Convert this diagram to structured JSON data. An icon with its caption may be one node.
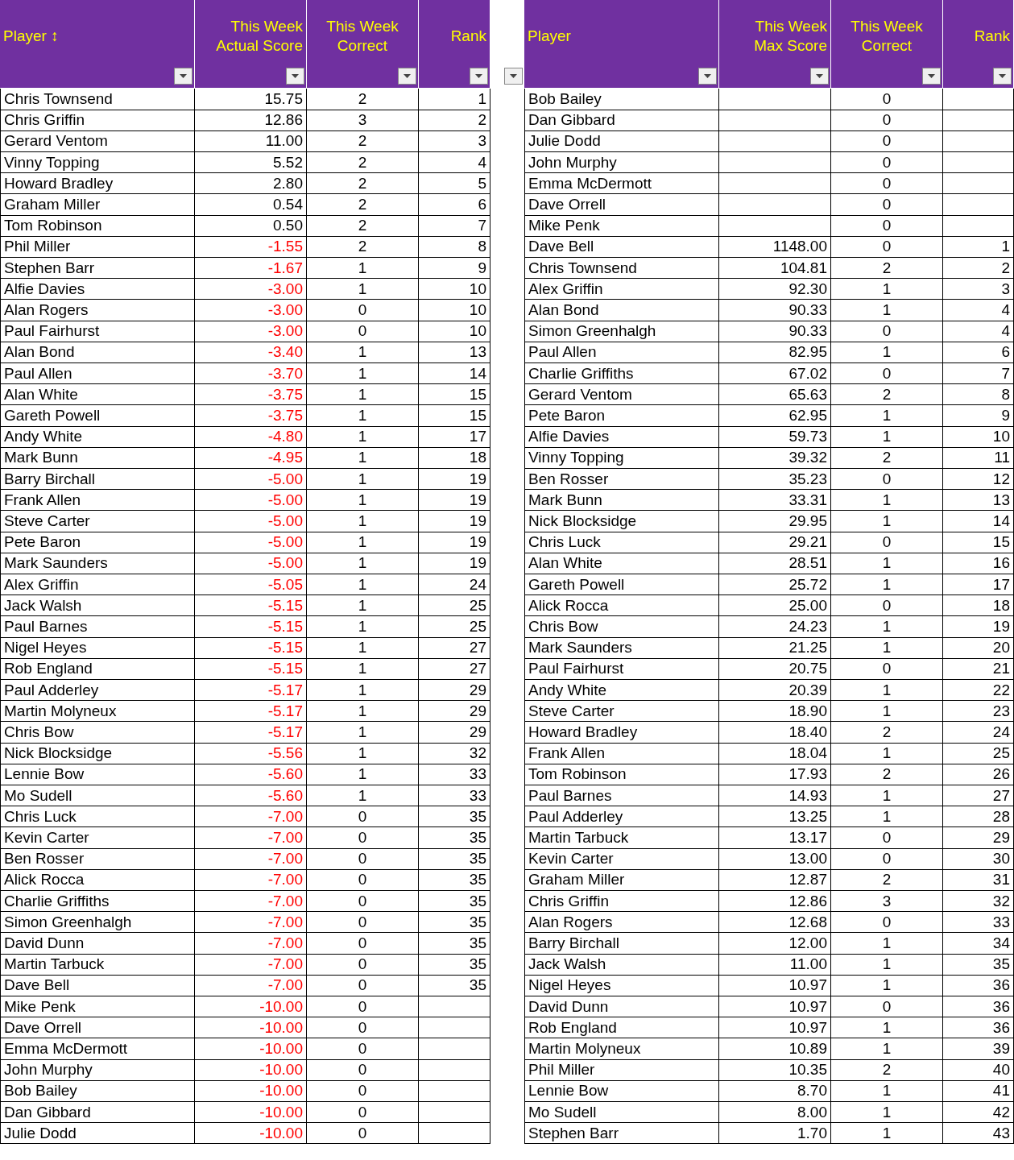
{
  "diagram": {
    "labels": [
      "Player ↕",
      "This Week Actual Score",
      "This Week Correct",
      "Rank",
      "Chris Townsend",
      "15.75",
      "2",
      "1",
      "Chris Griffin",
      "12.86",
      "3",
      "2",
      "Gerard Ventom",
      "11.00",
      "2",
      "3",
      "Vinny Topping",
      "5.52",
      "2",
      "4",
      "Howard Bradley",
      "2.80",
      "2",
      "5",
      "Graham Miller",
      "0.54",
      "2",
      "6",
      "Tom Robinson",
      "0.50",
      "2",
      "7",
      "Phil Miller",
      "-1.55",
      "2",
      "8",
      "Stephen Barr",
      "-1.67",
      "1",
      "9",
      "Alfie Davies",
      "-3.00",
      "1",
      "10",
      "Alan Rogers",
      "-3.00",
      "0",
      "10",
      "Paul Fairhurst",
      "-3.00",
      "0",
      "10",
      "Alan Bond",
      "-3.40",
      "1",
      "13",
      "Paul Allen",
      "-3.70",
      "1",
      "14",
      "Alan White",
      "-3.75",
      "1",
      "15",
      "Gareth Powell",
      "-3.75",
      "1",
      "15",
      "Andy White",
      "-4.80",
      "1",
      "17",
      "Mark Bunn",
      "-4.95",
      "1",
      "18",
      "Barry Birchall",
      "-5.00",
      "1",
      "19",
      "Frank Allen",
      "-5.00",
      "1",
      "19",
      "Steve Carter",
      "-5.00",
      "1",
      "19",
      "Pete Baron",
      "-5.00",
      "1",
      "19",
      "Mark Saunders",
      "-5.00",
      "1",
      "19",
      "Alex Griffin",
      "-5.05",
      "1",
      "24",
      "Jack Walsh",
      "-5.15",
      "1",
      "25",
      "Paul Barnes",
      "-5.15",
      "1",
      "25",
      "Nigel Heyes",
      "-5.15",
      "1",
      "27",
      "Rob England",
      "-5.15",
      "1",
      "27",
      "Paul Adderley",
      "-5.17",
      "1",
      "29",
      "Martin Molyneux",
      "-5.17",
      "1",
      "29",
      "Chris Bow",
      "-5.17",
      "1",
      "29",
      "Nick Blocksidge",
      "-5.56",
      "1",
      "32",
      "Lennie Bow",
      "-5.60",
      "1",
      "33",
      "Mo Sudell",
      "-5.60",
      "1",
      "33",
      "Chris Luck",
      "-7.00",
      "0",
      "35",
      "Kevin Carter",
      "-7.00",
      "0",
      "35",
      "Ben Rosser",
      "-7.00",
      "0",
      "35",
      "Alick Rocca",
      "-7.00",
      "0",
      "35",
      "Charlie Griffiths",
      "-7.00",
      "0",
      "35",
      "Simon Greenhalgh",
      "-7.00",
      "0",
      "35",
      "David Dunn",
      "-7.00",
      "0",
      "35",
      "Martin Tarbuck",
      "-7.00",
      "0",
      "35",
      "Dave Bell",
      "-7.00",
      "0",
      "35",
      "Mike Penk",
      "-10.00",
      "0",
      "Dave Orrell",
      "-10.00",
      "0",
      "Emma McDermott",
      "-10.00",
      "0",
      "John Murphy",
      "-10.00",
      "0",
      "Bob Bailey",
      "-10.00",
      "0",
      "Dan Gibbard",
      "-10.00",
      "0",
      "Julie Dodd",
      "-10.00",
      "0",
      "Player",
      "This Week Max Score",
      "This Week Correct",
      "Rank",
      "Bob Bailey",
      "0",
      "Dan Gibbard",
      "0",
      "Julie Dodd",
      "0",
      "John Murphy",
      "0",
      "Emma McDermott",
      "0",
      "Dave Orrell",
      "0",
      "Mike Penk",
      "0",
      "Dave Bell",
      "1148.00",
      "0",
      "1",
      "Chris Townsend",
      "104.81",
      "2",
      "2",
      "Alex Griffin",
      "92.30",
      "1",
      "3",
      "Alan Bond",
      "90.33",
      "1",
      "4",
      "Simon Greenhalgh",
      "90.33",
      "0",
      "4",
      "Paul Allen",
      "82.95",
      "1",
      "6",
      "Charlie Griffiths",
      "67.02",
      "0",
      "7",
      "Gerard Ventom",
      "65.63",
      "2",
      "8",
      "Pete Baron",
      "62.95",
      "1",
      "9",
      "Alfie Davies",
      "59.73",
      "1",
      "10",
      "Vinny Topping",
      "39.32",
      "2",
      "11",
      "Ben Rosser",
      "35.23",
      "0",
      "12",
      "Mark Bunn",
      "33.31",
      "1",
      "13",
      "Nick Blocksidge",
      "29.95",
      "1",
      "14",
      "Chris Luck",
      "29.21",
      "0",
      "15",
      "Alan White",
      "28.51",
      "1",
      "16",
      "Gareth Powell",
      "25.72",
      "1",
      "17",
      "Alick Rocca",
      "25.00",
      "0",
      "18",
      "Chris Bow",
      "24.23",
      "1",
      "19",
      "Mark Saunders",
      "21.25",
      "1",
      "20",
      "Paul Fairhurst",
      "20.75",
      "0",
      "21",
      "Andy White",
      "20.39",
      "1",
      "22",
      "Steve Carter",
      "18.90",
      "1",
      "23",
      "Howard Bradley",
      "18.40",
      "2",
      "24",
      "Frank Allen",
      "18.04",
      "1",
      "25",
      "Tom Robinson",
      "17.93",
      "2",
      "26",
      "Paul Barnes",
      "14.93",
      "1",
      "27",
      "Paul Adderley",
      "13.25",
      "1",
      "28",
      "Martin Tarbuck",
      "13.17",
      "0",
      "29",
      "Kevin Carter",
      "13.00",
      "0",
      "30",
      "Graham Miller",
      "12.87",
      "2",
      "31",
      "Chris Griffin",
      "12.86",
      "3",
      "32",
      "Alan Rogers",
      "12.68",
      "0",
      "33",
      "Barry Birchall",
      "12.00",
      "1",
      "34",
      "Jack Walsh",
      "11.00",
      "1",
      "35",
      "Nigel Heyes",
      "10.97",
      "1",
      "36",
      "David Dunn",
      "10.97",
      "0",
      "36",
      "Rob England",
      "10.97",
      "1",
      "36",
      "Martin Molyneux",
      "10.89",
      "1",
      "39",
      "Phil Miller",
      "10.35",
      "2",
      "40",
      "Lennie Bow",
      "8.70",
      "1",
      "41",
      "Mo Sudell",
      "8.00",
      "1",
      "42",
      "Stephen Barr",
      "1.70",
      "1",
      "43"
    ]
  }
}
